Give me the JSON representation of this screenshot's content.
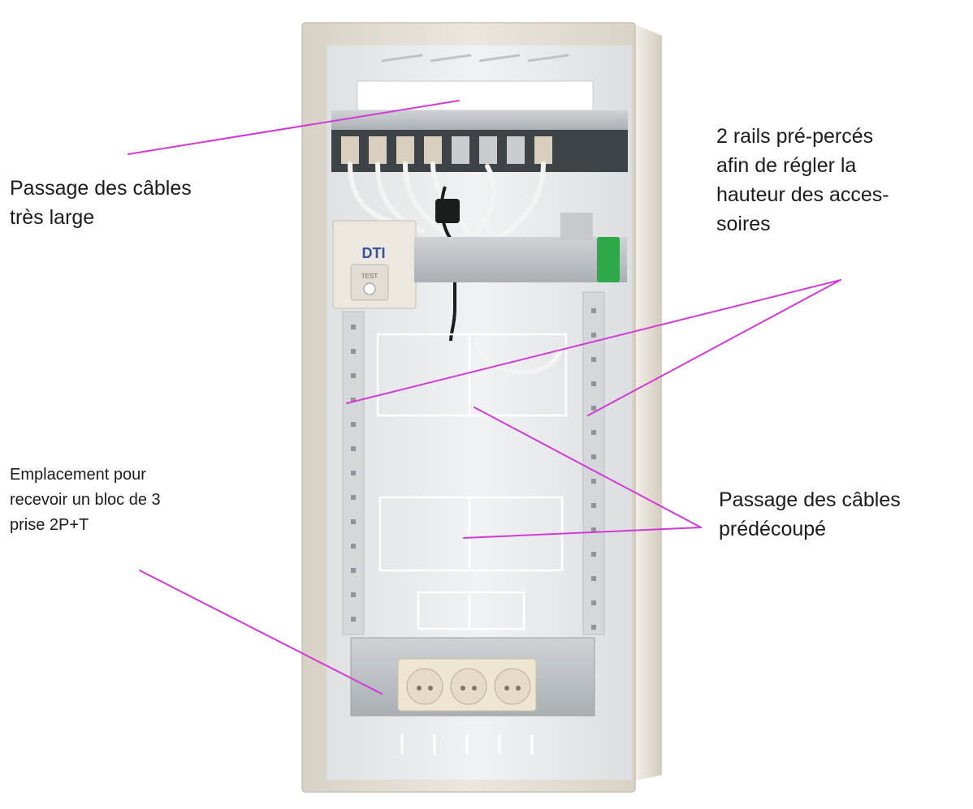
{
  "annotations": {
    "top_left": {
      "lines": [
        "Passage des câbles",
        "très large"
      ]
    },
    "top_right": {
      "lines": [
        "2 rails pré-percés",
        "afin de régler la",
        "hauteur des acces-",
        "soires"
      ]
    },
    "bottom_left": {
      "lines": [
        "Emplacement pour",
        "recevoir un bloc de 3",
        "prise 2P+T"
      ]
    },
    "bottom_right": {
      "lines": [
        "Passage des câbles",
        "prédécoupé"
      ]
    }
  },
  "device": {
    "module_label": "DTI",
    "module_sub_label": "TEST"
  },
  "colors": {
    "leader_line": "#d23ad6",
    "cabinet_frame": "#e3ddd2",
    "cabinet_inner": "#eceef0",
    "socket_block": "#efe6d2",
    "terminal_green": "#2fa84a"
  },
  "icons": [
    "cabinet-illustration",
    "socket-icon",
    "rj45-port-icon",
    "terminal-block-icon"
  ]
}
